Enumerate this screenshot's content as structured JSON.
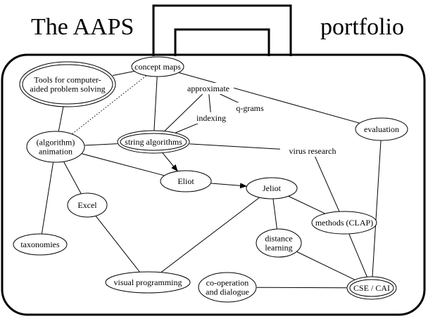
{
  "title_left": "The AAPS",
  "title_right": "portfolio",
  "nodes": [
    {
      "id": "tools",
      "lines": [
        "Tools for computer-",
        "aided problem solving"
      ],
      "style": "double-ellipse"
    },
    {
      "id": "concept",
      "lines": [
        "concept maps"
      ],
      "style": "ellipse"
    },
    {
      "id": "approx",
      "lines": [
        "approximate"
      ],
      "style": "text"
    },
    {
      "id": "qgrams",
      "lines": [
        "q-grams"
      ],
      "style": "text"
    },
    {
      "id": "indexing",
      "lines": [
        "indexing"
      ],
      "style": "text"
    },
    {
      "id": "evaluation",
      "lines": [
        "evaluation"
      ],
      "style": "ellipse"
    },
    {
      "id": "anim",
      "lines": [
        "(algorithm)",
        "animation"
      ],
      "style": "ellipse"
    },
    {
      "id": "string",
      "lines": [
        "string algorithms"
      ],
      "style": "double-ellipse"
    },
    {
      "id": "virus",
      "lines": [
        "virus research"
      ],
      "style": "text"
    },
    {
      "id": "eliot",
      "lines": [
        "Eliot"
      ],
      "style": "ellipse"
    },
    {
      "id": "jeliot",
      "lines": [
        "Jeliot"
      ],
      "style": "ellipse"
    },
    {
      "id": "excel",
      "lines": [
        "Excel"
      ],
      "style": "ellipse"
    },
    {
      "id": "methods",
      "lines": [
        "methods (CLAP)"
      ],
      "style": "ellipse"
    },
    {
      "id": "taxonomies",
      "lines": [
        "taxonomies"
      ],
      "style": "ellipse"
    },
    {
      "id": "distance",
      "lines": [
        "distance",
        "learning"
      ],
      "style": "ellipse"
    },
    {
      "id": "visual",
      "lines": [
        "visual programming"
      ],
      "style": "ellipse"
    },
    {
      "id": "coop",
      "lines": [
        "co-operation",
        "and dialogue"
      ],
      "style": "ellipse"
    },
    {
      "id": "cse",
      "lines": [
        "CSE / CAI"
      ],
      "style": "double-ellipse"
    }
  ],
  "edges": [
    {
      "from": "concept",
      "to": "tools",
      "kind": "line"
    },
    {
      "from": "concept",
      "to": "anim",
      "kind": "dotted"
    },
    {
      "from": "concept",
      "to": "string",
      "kind": "line"
    },
    {
      "from": "concept",
      "to": "evaluation",
      "kind": "line"
    },
    {
      "from": "tools",
      "to": "anim",
      "kind": "line"
    },
    {
      "from": "approx",
      "to": "string",
      "kind": "line"
    },
    {
      "from": "approx",
      "to": "qgrams",
      "kind": "line"
    },
    {
      "from": "approx",
      "to": "indexing",
      "kind": "line"
    },
    {
      "from": "indexing",
      "to": "string",
      "kind": "line"
    },
    {
      "from": "anim",
      "to": "string",
      "kind": "line"
    },
    {
      "from": "anim",
      "to": "eliot",
      "kind": "line"
    },
    {
      "from": "anim",
      "to": "excel",
      "kind": "line"
    },
    {
      "from": "anim",
      "to": "taxonomies",
      "kind": "line"
    },
    {
      "from": "string",
      "to": "eliot",
      "kind": "arrow"
    },
    {
      "from": "string",
      "to": "virus",
      "kind": "line"
    },
    {
      "from": "eliot",
      "to": "jeliot",
      "kind": "arrow"
    },
    {
      "from": "jeliot",
      "to": "methods",
      "kind": "line"
    },
    {
      "from": "jeliot",
      "to": "distance",
      "kind": "line"
    },
    {
      "from": "jeliot",
      "to": "visual",
      "kind": "line"
    },
    {
      "from": "excel",
      "to": "visual",
      "kind": "line"
    },
    {
      "from": "virus",
      "to": "methods",
      "kind": "line"
    },
    {
      "from": "methods",
      "to": "cse",
      "kind": "line"
    },
    {
      "from": "distance",
      "to": "cse",
      "kind": "line"
    },
    {
      "from": "coop",
      "to": "cse",
      "kind": "line"
    },
    {
      "from": "evaluation",
      "to": "cse",
      "kind": "line"
    }
  ]
}
